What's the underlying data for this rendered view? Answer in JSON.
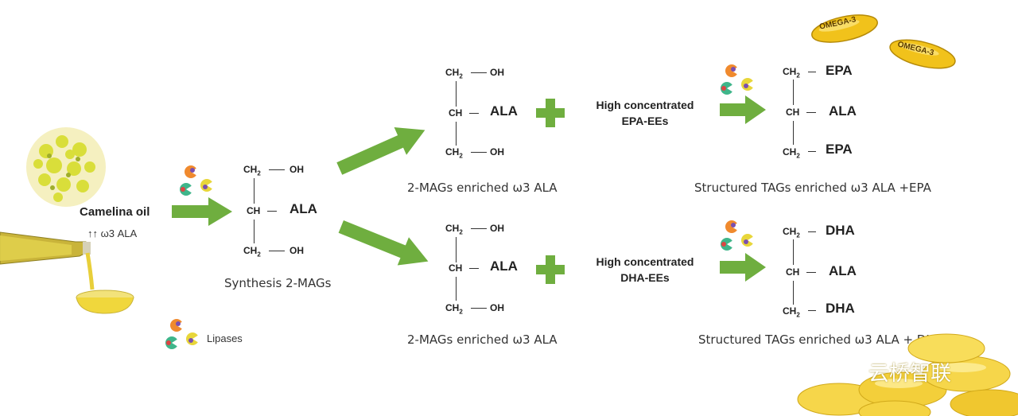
{
  "camelina": {
    "title": "Camelina oil",
    "subtitle": "↑↑ ω3 ALA"
  },
  "legend": {
    "label": "Lipases"
  },
  "mag_synth": {
    "ch2_top": "CH",
    "oh_top": "OH",
    "ch": "CH",
    "ala": "ALA",
    "ch2_bottom": "CH",
    "oh_bottom": "OH",
    "sub": "2",
    "caption": "Synthesis 2-MAGs"
  },
  "mag_top": {
    "ch2_top": "CH",
    "oh_top": "OH",
    "ch": "CH",
    "ala": "ALA",
    "ch2_bottom": "CH",
    "oh_bottom": "OH",
    "sub": "2",
    "caption": "2-MAGs enriched ω3 ALA"
  },
  "mag_bottom": {
    "ch2_top": "CH",
    "oh_top": "OH",
    "ch": "CH",
    "ala": "ALA",
    "ch2_bottom": "CH",
    "oh_bottom": "OH",
    "sub": "2",
    "caption": "2-MAGs enriched ω3 ALA"
  },
  "epa_source": {
    "line1": "High concentrated",
    "line2": "EPA-EEs"
  },
  "dha_source": {
    "line1": "High concentrated",
    "line2": "DHA-EEs"
  },
  "tag_epa": {
    "ch2_top": "CH",
    "top": "EPA",
    "ch": "CH",
    "mid": "ALA",
    "ch2_bottom": "CH",
    "bottom": "EPA",
    "sub": "2",
    "caption": "Structured TAGs enriched ω3 ALA +EPA"
  },
  "tag_dha": {
    "ch2_top": "CH",
    "top": "DHA",
    "ch": "CH",
    "mid": "ALA",
    "ch2_bottom": "CH",
    "bottom": "DHA",
    "sub": "2",
    "caption": "Structured TAGs enriched ω3 ALA + DHA"
  },
  "capsules": {
    "label1": "OMEGA-3",
    "label2": "OMEGA-3"
  },
  "watermark": {
    "text": "云桥智联"
  },
  "colors": {
    "arrow": "#6fae3f",
    "capsule": "#f1c21b",
    "oil": "#e8cf3a",
    "flower": "#d8e24a"
  }
}
